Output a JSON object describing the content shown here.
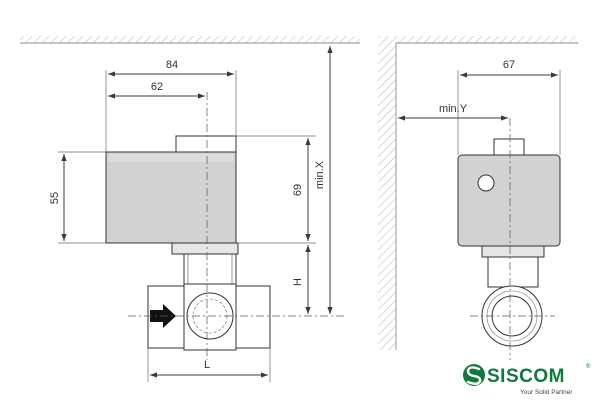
{
  "dimensions": {
    "width_84": "84",
    "width_62": "62",
    "height_55": "55",
    "height_69": "69",
    "min_x": "min.X",
    "h": "H",
    "l": "L",
    "width_67": "67",
    "min_y": "min.Y"
  },
  "brand": {
    "name": "SISCOM",
    "tagline": "Your Solid Partner",
    "registered": "®",
    "color": "#0f7a3c"
  }
}
